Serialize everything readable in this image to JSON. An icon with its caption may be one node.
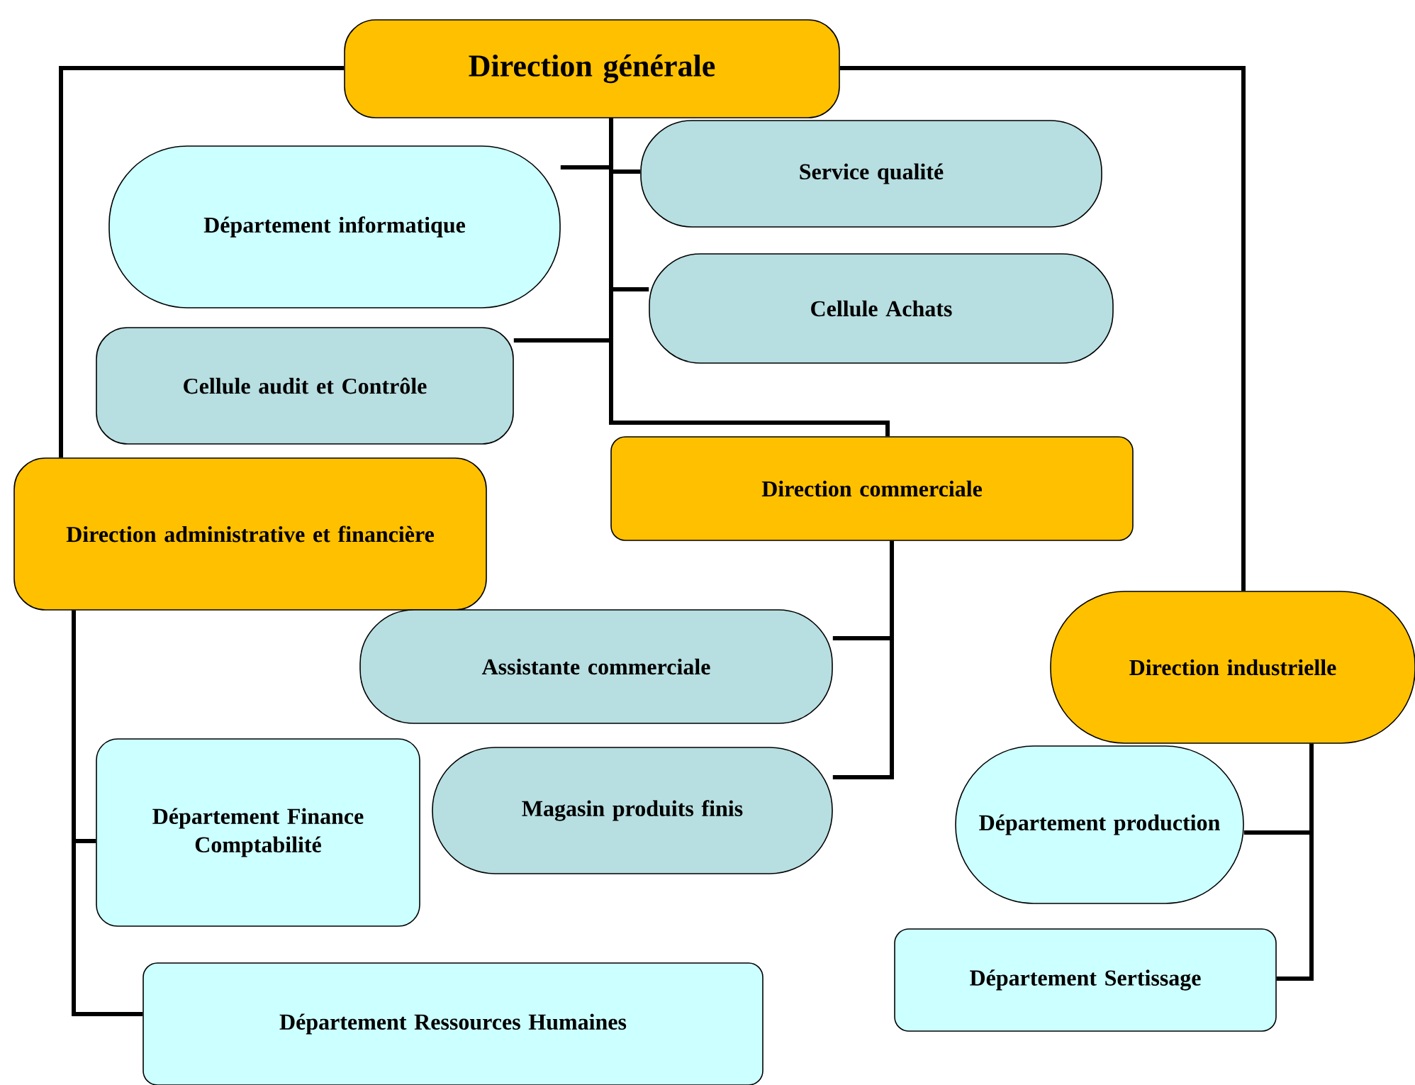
{
  "diagram": {
    "nodes": [
      {
        "text": [
          "Direction générale"
        ]
      },
      {
        "text": [
          "Département informatique"
        ]
      },
      {
        "text": [
          "Service qualité"
        ]
      },
      {
        "text": [
          "Cellule Achats"
        ]
      },
      {
        "text": [
          "Cellule audit et Contrôle"
        ]
      },
      {
        "text": [
          "Direction commerciale"
        ]
      },
      {
        "text": [
          "Direction administrative et financière"
        ]
      },
      {
        "text": [
          "Direction industrielle"
        ]
      },
      {
        "text": [
          "Assistante commerciale"
        ]
      },
      {
        "text": [
          "Département Finance Comptabilité"
        ]
      },
      {
        "text": [
          "Magasin produits finis"
        ]
      },
      {
        "text": [
          "Département production"
        ]
      },
      {
        "text": [
          "Département Sertissage"
        ]
      },
      {
        "text": [
          "Département Ressources Humaines"
        ]
      }
    ],
    "edges": [
      {
        "from": 0,
        "to": 1,
        "arrow": "none"
      },
      {
        "from": 0,
        "to": 2,
        "arrow": "none"
      },
      {
        "from": 0,
        "to": 3,
        "arrow": "none"
      },
      {
        "from": 0,
        "to": 4,
        "arrow": "none"
      },
      {
        "from": 0,
        "to": 5,
        "arrow": "none"
      },
      {
        "from": 0,
        "to": 6,
        "arrow": "none"
      },
      {
        "from": 0,
        "to": 7,
        "arrow": "none"
      },
      {
        "from": 5,
        "to": 8,
        "arrow": "none"
      },
      {
        "from": 5,
        "to": 10,
        "arrow": "none"
      },
      {
        "from": 6,
        "to": 9,
        "arrow": "none"
      },
      {
        "from": 6,
        "to": 13,
        "arrow": "none"
      },
      {
        "from": 7,
        "to": 11,
        "arrow": "none"
      },
      {
        "from": 7,
        "to": 12,
        "arrow": "none"
      }
    ]
  }
}
